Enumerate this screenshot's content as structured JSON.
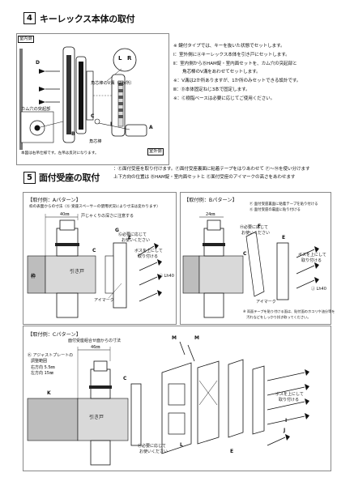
{
  "step4": {
    "number": "4",
    "title": "キーレックス本体の取付",
    "labels": {
      "indoor": "室内側",
      "outdoor": "室外側",
      "cam_pin": "カム穴の突起部",
      "cam_note": "本図は右吊仕様です。左吊は反対になります。",
      "v_groove": "角芯棒のV溝（2か所）",
      "square_bar": "角芯棒",
      "key_l": "L",
      "key_r": "R",
      "part_d": "D",
      "part_b": "B",
      "part_c": "C",
      "part_a": "A",
      "part_i": "I"
    },
    "notes": [
      "※ 鍵付タイプでは、キーを抜いた状態でセットします。",
      "Ⅰ：室外側にⒶキーレックス本体を引き戸にセットします。",
      "Ⅱ：室内側からⒷHAM錠・室内面セットを、カム穴の突起部と",
      "　　角芯棒のV溝をあわせてセットします。",
      "※：V溝は2か所ありますが、1か所のみセットできる設計です。",
      "Ⅲ：Ⓓ本体固定ねじ3本で固定します。",
      "※：Ⓒ樹脂ベースは必要に応じてご使用ください。"
    ]
  },
  "step5": {
    "number": "5",
    "title": "面付受座の取付",
    "sub": [
      "：Ⓔ面付受座を取り付けます。Ⓕ面付受座裏面に粘着テープをはりあわせて Ⓕ〜Ⓝを使い分けます",
      "上下方向の位置は ⒷHAM錠・室内面セットと Ⓔ面付受座のアイマークの高さをあわせます"
    ]
  },
  "patternA": {
    "title": "【取付例：Aパターン】",
    "callouts": [
      "枠の表面からの寸法（Ⓖ 受座スペーサーの使用状況により寸法は変わります）",
      "40㎜",
      "戸じゃくりの深さに注意する",
      "Ⓖ必要に応じて",
      "お使いください",
      "ボスを上にして",
      "取り付ける",
      "Ⓙ Lh40",
      "アイマーク"
    ],
    "frame": "枠",
    "door": "引き戸",
    "parts": [
      "G",
      "C",
      "E"
    ]
  },
  "patternB": {
    "title": "【取付例：Bパターン】",
    "callouts": [
      "Ⓕ 面付受座裏面に粘着テープを貼り付ける",
      "Ⓖ 面付受座の裏面に貼り付ける",
      "24㎜",
      "Ⓗ必要に応じて",
      "お使いください",
      "ボスを上にして",
      "取り付ける",
      "Ⓙ Lh40",
      "アイマーク",
      "※ 両面テープを貼り付ける面は、貼付面のホコリや油分等を",
      "　汚れなどをしっかり拭き取ってください。"
    ],
    "parts": [
      "F",
      "E",
      "C"
    ]
  },
  "patternC": {
    "title": "【取付例：Cパターン】",
    "callouts": [
      "面付受座組合せ面からの寸法",
      "46㎜",
      "Ⓚ アジャストプレートの",
      "調整範囲",
      "右方向  5.5㎜",
      "左方向  15㎜",
      "Ⓚ必要に応じて",
      "お使いください",
      "ボスを上にして",
      "取り付ける",
      "引き戸"
    ],
    "parts": [
      "M",
      "M",
      "K",
      "L",
      "E",
      "C",
      "I",
      "J"
    ]
  }
}
